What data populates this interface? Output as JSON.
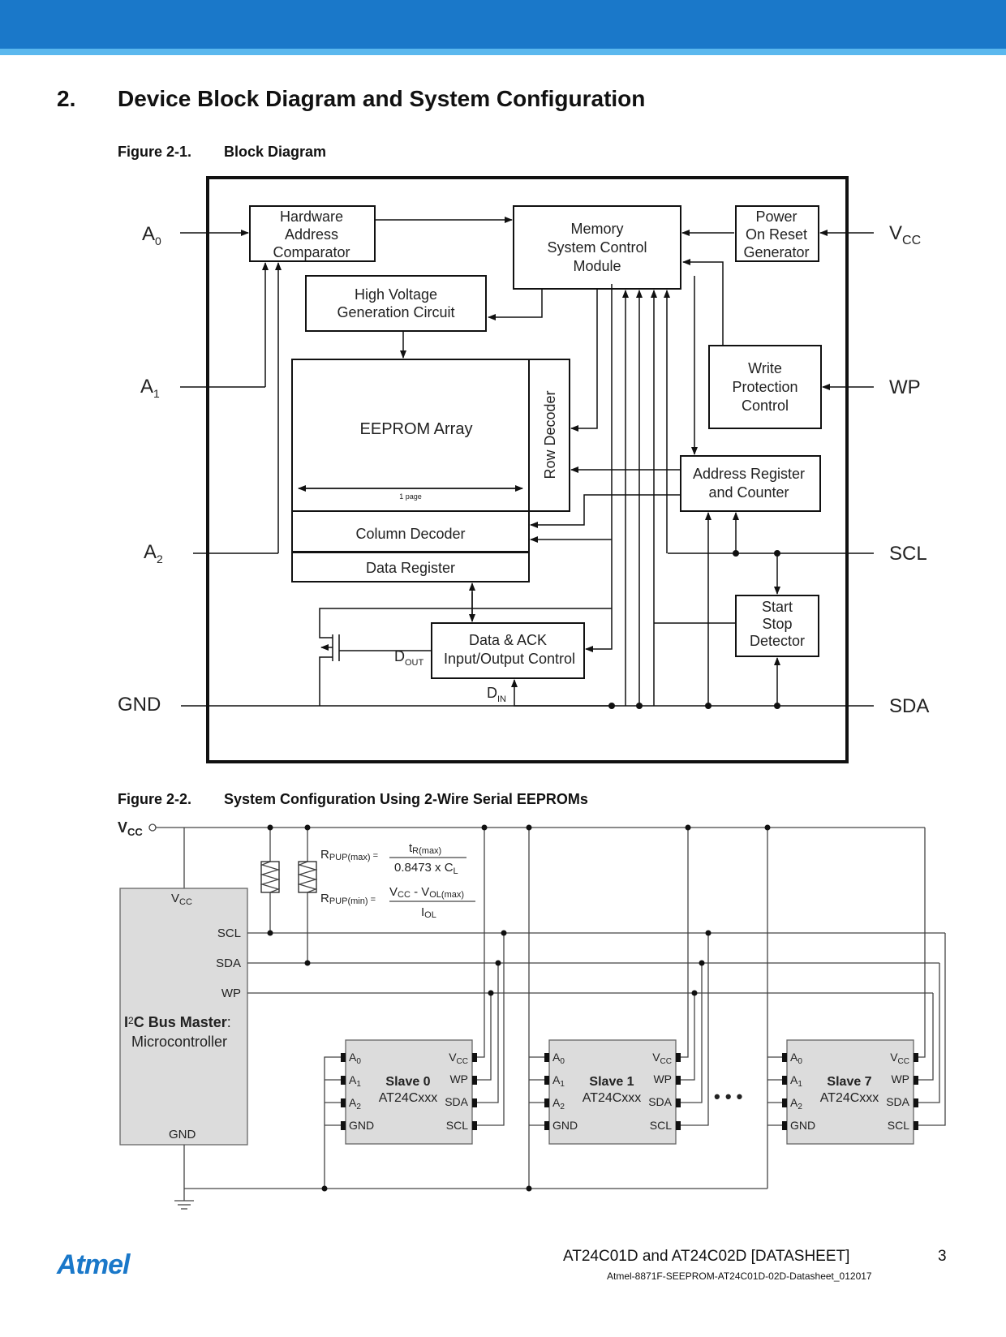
{
  "header": {
    "bar_color": "#1a78c9",
    "stripe_color": "#5bb8ee"
  },
  "section": {
    "number": "2.",
    "title": "Device Block Diagram and System Configuration"
  },
  "figure1": {
    "number": "Figure 2-1.",
    "title": "Block Diagram",
    "blocks": {
      "hac": [
        "Hardware",
        "Address",
        "Comparator"
      ],
      "msc": [
        "Memory",
        "System Control",
        "Module"
      ],
      "por": [
        "Power",
        "On Reset",
        "Generator"
      ],
      "hv": [
        "High Voltage",
        "Generation Circuit"
      ],
      "eeprom": "EEPROM Array",
      "page": "1 page",
      "row": "Row Decoder",
      "wpc": [
        "Write",
        "Protection",
        "Control"
      ],
      "arc": [
        "Address Register",
        "and Counter"
      ],
      "col": "Column Decoder",
      "dreg": "Data Register",
      "dack": [
        "Data & ACK",
        "Input/Output Control"
      ],
      "ssd": [
        "Start",
        "Stop",
        "Detector"
      ]
    },
    "pins": {
      "a": "A",
      "a0_sub": "0",
      "a1_sub": "1",
      "a2_sub": "2",
      "vcc": "V",
      "vcc_sub": "CC",
      "wp": "WP",
      "scl": "SCL",
      "sda": "SDA",
      "gnd": "GND"
    },
    "signals": {
      "d": "D",
      "dout_sub": "OUT",
      "din_sub": "IN"
    }
  },
  "figure2": {
    "number": "Figure 2-2.",
    "title": "System Configuration Using 2-Wire Serial EEPROMs",
    "vcc": "V",
    "vcc_sub": "CC",
    "master": {
      "vcc": "V",
      "vcc_sub": "CC",
      "scl": "SCL",
      "sda": "SDA",
      "wp": "WP",
      "name_i": "I",
      "name_sup": "2",
      "name_rest": "C Bus Master",
      "colon": ":",
      "sub": "Microcontroller",
      "gnd": "GND"
    },
    "formula_max": {
      "r": "R",
      "r_sub": "PUP(max)",
      "eq": " =",
      "num": "t",
      "num_sub": "R(max)",
      "den": "0.8473 x C",
      "den_sub": "L"
    },
    "formula_min": {
      "r": "R",
      "r_sub": "PUP(min)",
      "eq": " =",
      "num_v": "V",
      "num_cc": "CC",
      "num_mid": " - V",
      "num_sub": "OL(max)",
      "den": "I",
      "den_sub": "OL"
    },
    "slaves": [
      {
        "name": "Slave 0",
        "part": "AT24Cxxx"
      },
      {
        "name": "Slave 1",
        "part": "AT24Cxxx"
      },
      {
        "name": "Slave 7",
        "part": "AT24Cxxx"
      }
    ],
    "slave_pins": {
      "a": "A",
      "a0": "0",
      "a1": "1",
      "a2": "2",
      "gnd": "GND",
      "vcc": "V",
      "vcc_sub": "CC",
      "wp": "WP",
      "sda": "SDA",
      "scl": "SCL"
    },
    "ellipsis": "• • •"
  },
  "footer": {
    "logo": "Atmel",
    "title": "AT24C01D and AT24C02D [DATASHEET]",
    "page": "3",
    "doc": "Atmel-8871F-SEEPROM-AT24C01D-02D-Datasheet_012017"
  }
}
